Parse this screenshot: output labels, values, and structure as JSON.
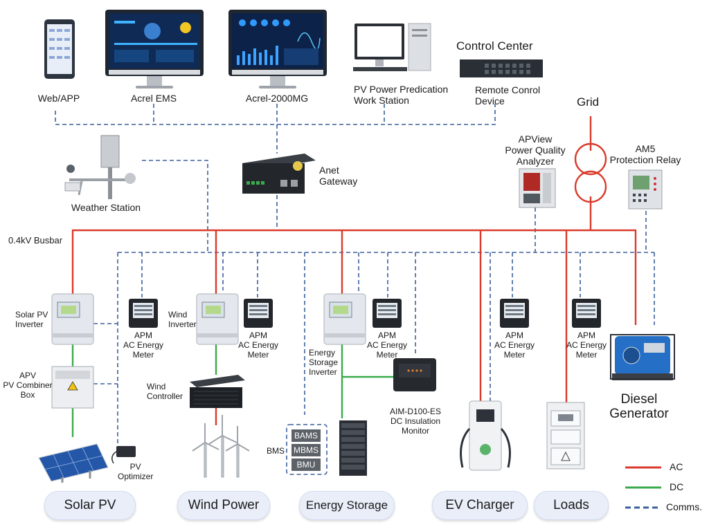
{
  "colors": {
    "ac": "#d93a2b",
    "dc": "#3aaa4a",
    "comms": "#3b5f9c"
  },
  "labels": {
    "web_app": "Web/APP",
    "acrel_ems": "Acrel EMS",
    "acrel_2000mg": "Acrel-2000MG",
    "pv_prediction": "PV Power Predication\nWork Station",
    "control_center": "Control Center",
    "remote_device": "Remote Conrol\nDevice",
    "grid": "Grid",
    "apview": "APView\nPower Quality\nAnalyzer",
    "am5": "AM5\nProtection Relay",
    "weather": "Weather Station",
    "anet": "Anet\nGateway",
    "busbar": "0.4kV Busbar",
    "solar_inverter": "Solar PV\nInverter",
    "apm1": "APM\nAC Energy\nMeter",
    "wind_inverter": "Wind\nInverter",
    "apm2": "APM\nAC Energy\nMeter",
    "es_inverter": "Energy\nStorage\nInverter",
    "apm3": "APM\nAC Energy\nMeter",
    "apm4": "APM\nAC Energy\nMeter",
    "apm5": "APM\nAC Energy\nMeter",
    "combiner": "APV\nPV Combiner\nBox",
    "wind_controller": "Wind\nController",
    "aim": "AIM-D100-ES\nDC Insulation\nMonitor",
    "diesel": "Diesel\nGenerator",
    "bms": "BMS",
    "bams": "BAMS",
    "mbms": "MBMS",
    "bmu": "BMU",
    "pv_optimizer": "PV\nOptimizer"
  },
  "categories": [
    "Solar PV",
    "Wind Power",
    "Energy Storage",
    "EV Charger",
    "Loads"
  ],
  "legend": {
    "ac": "AC",
    "dc": "DC",
    "comms": "Comms."
  }
}
